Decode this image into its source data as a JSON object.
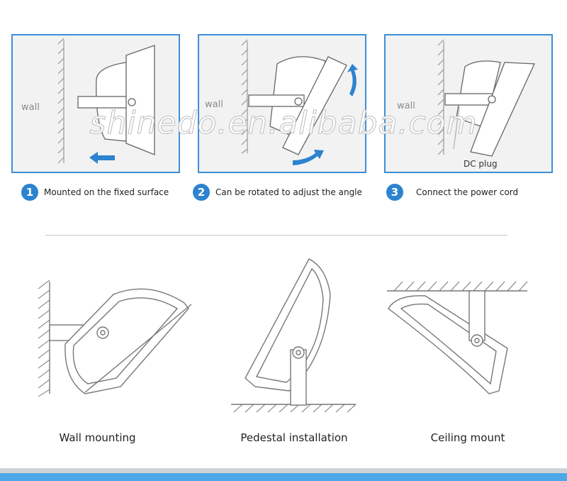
{
  "panels": [
    {
      "wall_label": "wall"
    },
    {
      "wall_label": "wall"
    },
    {
      "wall_label": "wall",
      "plug_label": "DC plug"
    }
  ],
  "steps": [
    {
      "number": "1",
      "text": "Mounted on the fixed surface"
    },
    {
      "number": "2",
      "text": "Can be rotated to adjust the angle"
    },
    {
      "number": "3",
      "text": "Connect the power cord"
    }
  ],
  "watermark": "shinedo.en.alibaba.com",
  "installations": [
    {
      "caption": "Wall mounting"
    },
    {
      "caption": "Pedestal installation"
    },
    {
      "caption": "Ceiling mount"
    }
  ],
  "colors": {
    "accent_blue": "#2c83cf",
    "panel_border": "#3d8fd8",
    "panel_bg": "#f2f2f2",
    "footer_bar": "#4ca8e6"
  }
}
